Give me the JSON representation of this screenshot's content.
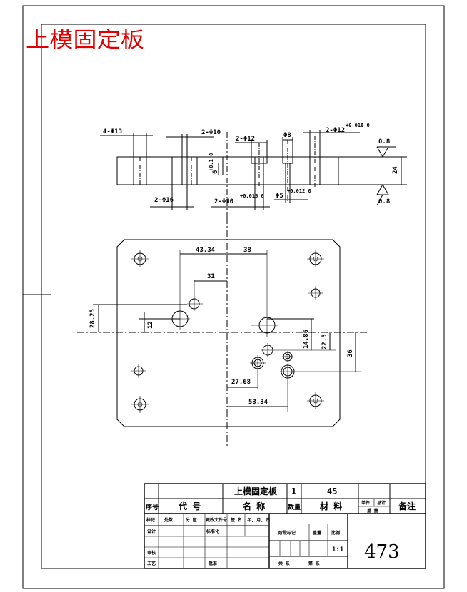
{
  "drawing": {
    "heading": "上模固定板"
  },
  "section_view": {
    "labels": {
      "holes_4x13": "4-Φ13",
      "holes_2x10_top": "2-Φ10",
      "holes_2x12": "2-Φ12",
      "holes_phi8": "Φ8",
      "holes_2x12_tol": "2-Φ12",
      "tol_12": "+0.018 0",
      "holes_2x16": "2-Φ16",
      "holes_2x10_bottom": "2-Φ10",
      "tol_10": "+0.015 0",
      "holes_phi5": "Φ5",
      "tol_5": "+0.012 0",
      "depth": "6",
      "depth_tol": "+0.1 0",
      "thickness": "24",
      "roughness_top": "0.8",
      "roughness_bottom": "0.8"
    }
  },
  "plan_view": {
    "dimensions": {
      "d_43_34": "43.34",
      "d_38": "38",
      "d_31": "31",
      "d_28_25": "28.25",
      "d_12": "12",
      "d_14_86": "14.86",
      "d_22_5": "22.5",
      "d_36": "36",
      "d_27_68": "27.68",
      "d_53_34": "53.34"
    }
  },
  "title_block": {
    "part_name": "上模固定板",
    "quantity": "1",
    "material": "45",
    "col_index": "序号",
    "col_code": "代  号",
    "col_name": "名  称",
    "col_qty": "数量",
    "col_material": "材  料",
    "col_unit_weight": "单件",
    "col_total_weight": "总计",
    "col_weight": "重 量",
    "col_remarks": "备注",
    "row_marks": "标记",
    "row_count": "处数",
    "row_zone": "分 区",
    "row_change_doc": "更改文件号",
    "row_sign": "签 名",
    "row_date": "年, 月, 日",
    "row_design": "设计",
    "row_standard": "标准化",
    "row_review": "审核",
    "row_process": "工艺",
    "row_approve": "批准",
    "stage_label": "阶段标记",
    "weight_label": "重量",
    "scale_label": "比例",
    "scale_value": "1:1",
    "sheets_total": "共    张",
    "sheet_no": "第    张",
    "drawing_number": "473"
  }
}
